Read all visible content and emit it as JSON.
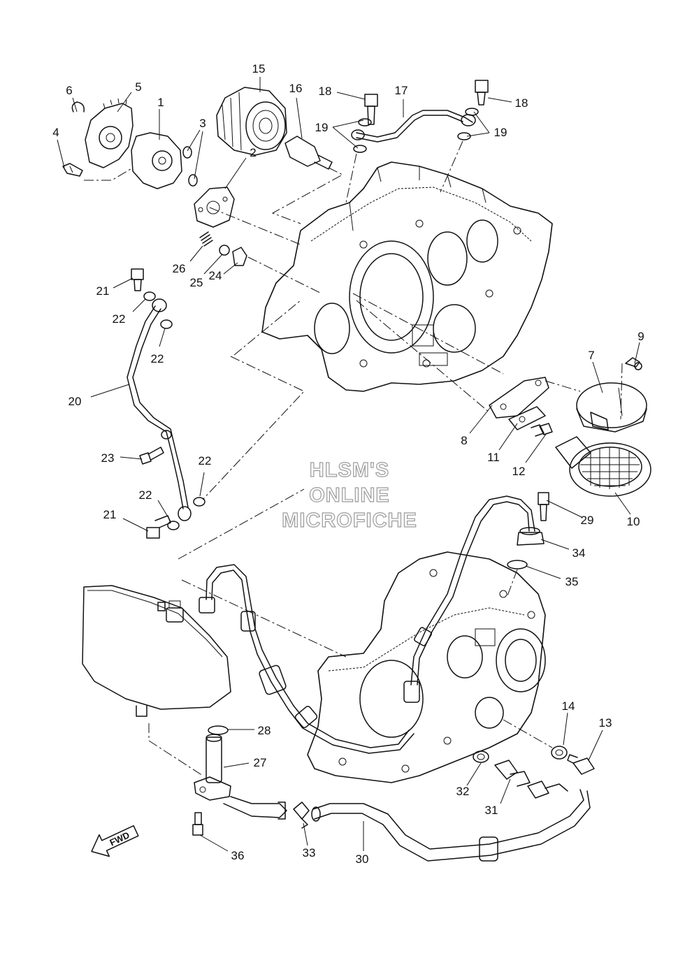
{
  "watermark": {
    "line1": "HLSM'S",
    "line2": "ONLINE",
    "line3": "MICROFICHE"
  },
  "fwd_label": "FWD",
  "callouts": {
    "c1": "1",
    "c2": "2",
    "c3": "3",
    "c4": "4",
    "c5": "5",
    "c6": "6",
    "c7": "7",
    "c8": "8",
    "c9": "9",
    "c10": "10",
    "c11": "11",
    "c12": "12",
    "c13": "13",
    "c14": "14",
    "c15": "15",
    "c16": "16",
    "c17": "17",
    "c18a": "18",
    "c18b": "18",
    "c19a": "19",
    "c19b": "19",
    "c20": "20",
    "c21a": "21",
    "c21b": "21",
    "c22a": "22",
    "c22b": "22",
    "c22c": "22",
    "c22d": "22",
    "c23": "23",
    "c24": "24",
    "c25": "25",
    "c26": "26",
    "c27": "27",
    "c28": "28",
    "c29": "29",
    "c30": "30",
    "c31": "31",
    "c32": "32",
    "c33": "33",
    "c34": "34",
    "c35": "35",
    "c36": "36"
  }
}
